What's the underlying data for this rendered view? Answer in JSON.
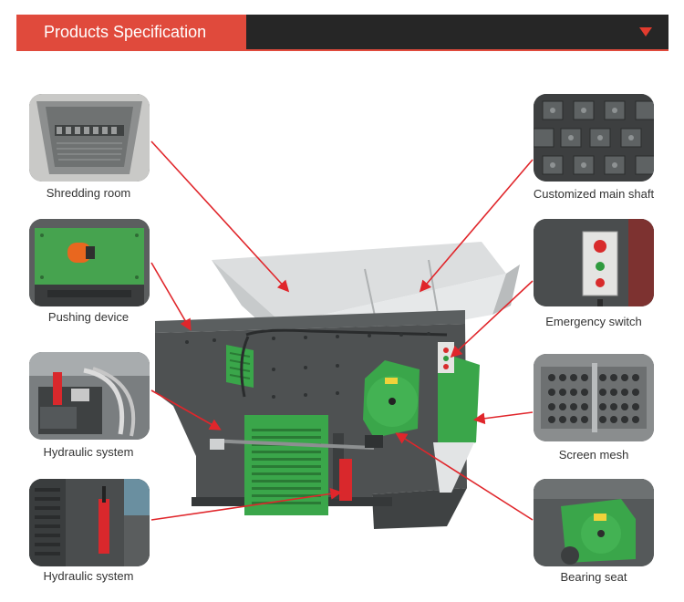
{
  "header": {
    "title": "Products Specification",
    "toggle_icon": "triangle-down-icon",
    "accent": "#e04a3c",
    "bar_color": "#262626"
  },
  "callouts": [
    {
      "label": "Shredding room"
    },
    {
      "label": "Pushing device"
    },
    {
      "label": "Hydraulic system"
    },
    {
      "label": "Hydraulic system"
    },
    {
      "label": "Customized main shaft"
    },
    {
      "label": "Emergency switch"
    },
    {
      "label": "Screen mesh"
    },
    {
      "label": "Bearing seat"
    }
  ],
  "colors": {
    "machine_gray": "#4e5152",
    "machine_green": "#3aa64a",
    "arrow_red": "#e0262b"
  }
}
